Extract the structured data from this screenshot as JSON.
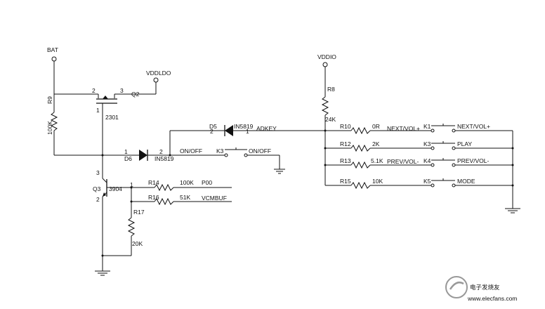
{
  "nets": {
    "bat": "BAT",
    "vddldo": "VDDLDO",
    "vddio": "VDDIO",
    "adkey": "ADKEY",
    "onoff": "ON/OFF",
    "p00": "P00",
    "vcmbuf": "VCMBUF"
  },
  "mosfet": {
    "ref": "Q2",
    "part": "2301",
    "pin_gate": "1",
    "pin_source": "2",
    "pin_drain": "3"
  },
  "transistor": {
    "ref": "Q3",
    "part": "3904",
    "pin_base": "1",
    "pin_emitter": "2",
    "pin_collector": "3"
  },
  "resistors": [
    {
      "ref": "R9",
      "value": "100K"
    },
    {
      "ref": "R8",
      "value": "24K"
    },
    {
      "ref": "R10",
      "value": "0R"
    },
    {
      "ref": "R12",
      "value": "2K"
    },
    {
      "ref": "R13",
      "value": "5.1K"
    },
    {
      "ref": "R15",
      "value": "10K"
    },
    {
      "ref": "R14",
      "value": "100K"
    },
    {
      "ref": "R16",
      "value": "51K"
    },
    {
      "ref": "R17",
      "value": "20K"
    }
  ],
  "diodes": [
    {
      "ref": "D6",
      "part": "IN5819",
      "pin_anode": "1",
      "pin_cathode": "2"
    },
    {
      "ref": "D5",
      "part": "IN5819",
      "pin_anode": "1",
      "pin_cathode": "2"
    }
  ],
  "switches": [
    {
      "ref": "K3",
      "label": "ON/OFF"
    },
    {
      "ref": "K1",
      "label": "NEXT/VOL+",
      "net_label": "NEXT/VOL+"
    },
    {
      "ref": "K3",
      "label": "PLAY"
    },
    {
      "ref": "K4",
      "label": "PREV/VOL-",
      "net_label": "PREV/VOL-"
    },
    {
      "ref": "K5",
      "label": "MODE"
    }
  ],
  "watermark": {
    "logo_text": "电子发烧友",
    "url": "www.elecfans.com"
  }
}
